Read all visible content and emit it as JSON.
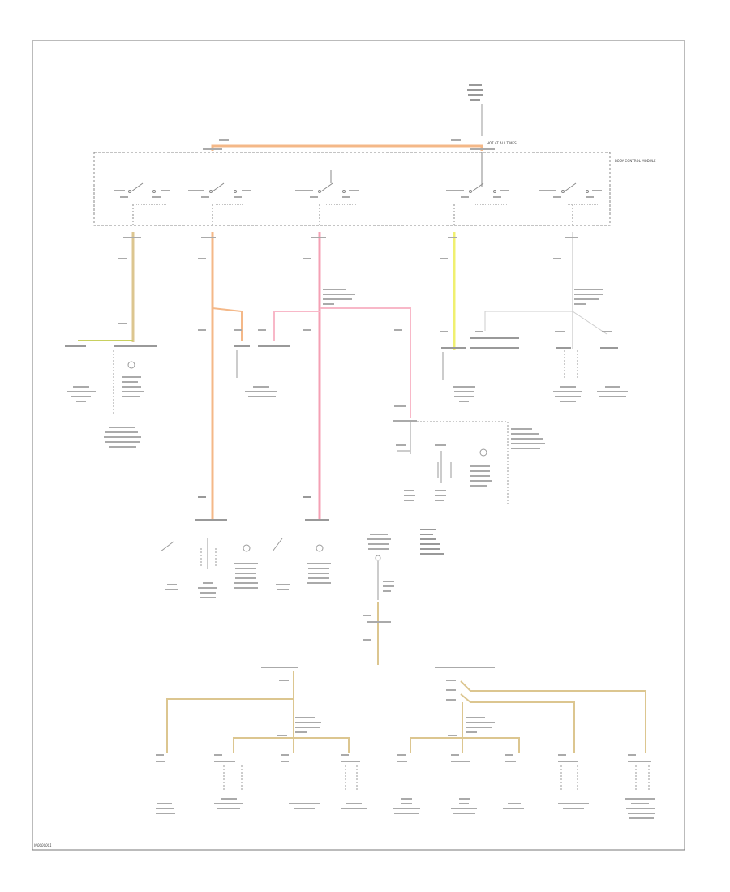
{
  "colors": {
    "frame": "#777777",
    "dash": "#888888",
    "wire_gray": "#999999",
    "wire_orange": "#f4b888",
    "wire_tan": "#dcc690",
    "wire_pink": "#f4a0b4",
    "wire_yellow": "#f0f070",
    "wire_lightpink": "#f8b8c8"
  },
  "labels": {
    "top_source": "HOT AT ALL TIMES",
    "main_module": "BODY CONTROL MODULE",
    "footer_id": "W0000001"
  }
}
